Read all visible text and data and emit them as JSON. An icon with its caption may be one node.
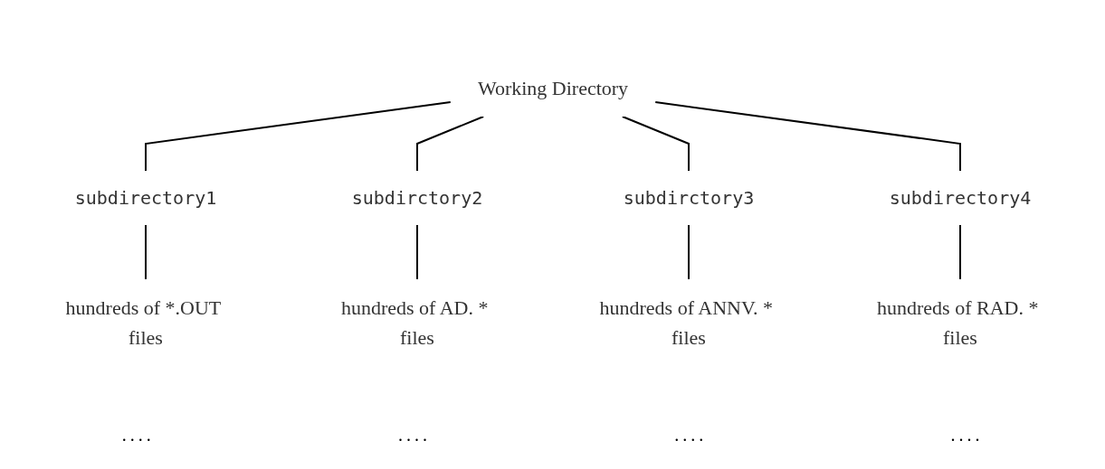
{
  "diagram": {
    "nodes": [
      {
        "text": [
          "Working Directory"
        ]
      },
      {
        "text": [
          "subdirectory1"
        ]
      },
      {
        "text": [
          "subdirctory2"
        ]
      },
      {
        "text": [
          "subdirctory3"
        ]
      },
      {
        "text": [
          "subdirectory4"
        ]
      },
      {
        "text": [
          "hundreds of *.OUT files"
        ]
      },
      {
        "text": [
          "hundreds of AD. * files"
        ]
      },
      {
        "text": [
          "hundreds of ANNV. * files"
        ]
      },
      {
        "text": [
          "hundreds of RAD. * files"
        ]
      }
    ],
    "edges": [
      {
        "from": 0,
        "to": 1,
        "arrow": "none"
      },
      {
        "from": 0,
        "to": 2,
        "arrow": "none"
      },
      {
        "from": 0,
        "to": 3,
        "arrow": "none"
      },
      {
        "from": 0,
        "to": 4,
        "arrow": "none"
      },
      {
        "from": 1,
        "to": 5,
        "arrow": "none"
      },
      {
        "from": 2,
        "to": 6,
        "arrow": "none"
      },
      {
        "from": 3,
        "to": 7,
        "arrow": "none"
      },
      {
        "from": 4,
        "to": 8,
        "arrow": "none"
      }
    ],
    "labels": [
      "....",
      "....",
      "....",
      "...."
    ]
  }
}
